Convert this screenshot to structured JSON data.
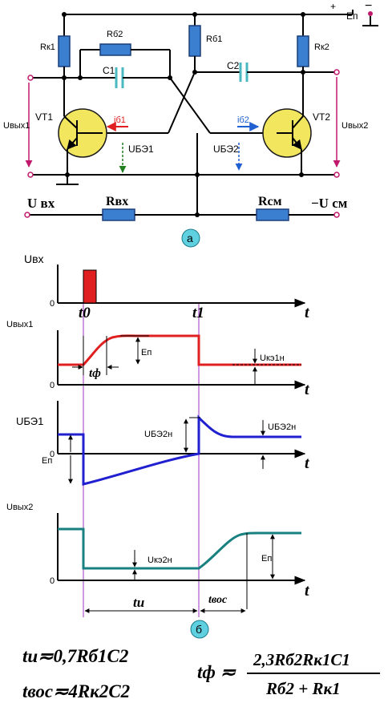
{
  "circuit": {
    "supply_label": "Eп",
    "supply_minus": "−",
    "supply_plus": "+",
    "rk1": "Rк1",
    "rk2": "Rк2",
    "rb2": "Rб2",
    "rb1": "Rб1",
    "c1": "C1",
    "c2": "C2",
    "vt1": "VT1",
    "vt2": "VT2",
    "ib1": "iб1",
    "ib2": "iб2",
    "ube1": "UБЭ1",
    "ube2": "UБЭ2",
    "uout1": "Uвых1",
    "uout2": "Uвых2",
    "uin": "U вх",
    "rin": "Rвх",
    "rcm": "Rсм",
    "ucm": "−U см",
    "label": "а",
    "colors": {
      "resistor": "#3a7fd0",
      "transistor": "#f2e65e",
      "capacitor": "#4ab8c0",
      "label_circle": "#5fd0e0",
      "terminal": "#c0186c"
    }
  },
  "timing": {
    "label": "б",
    "plots": [
      {
        "ylabel": "Uвх",
        "zero": "0",
        "t": "t"
      },
      {
        "ylabel": "Uвых1",
        "zero": "0",
        "t": "t",
        "amp": "Eп",
        "tf": "tф",
        "residual": "Uкэ1н"
      },
      {
        "ylabel": "UБЭ1",
        "zero": "0",
        "t": "t",
        "amp": "Eп",
        "peak": "UБЭ2н",
        "level": "UБЭ2н"
      },
      {
        "ylabel": "Uвых2",
        "zero": "0",
        "t": "t",
        "amp": "Eп",
        "residual": "Uкэ2н"
      }
    ],
    "t0": "t0",
    "t1": "t1",
    "tu": "tи",
    "tvos": "tвос",
    "colors": {
      "uin": "#e02020",
      "uout1": "#e02020",
      "ube1": "#2020d0",
      "uout2": "#188080",
      "markers": "#a030c0"
    }
  },
  "formulas": {
    "tu": "tи≂0,7Rб1C2",
    "tvos": "tвос≂4Rк2C2",
    "tf_lhs": "tф ≂",
    "tf_num": "2,3Rб2Rк1C1",
    "tf_den": "Rб2 + Rк1"
  }
}
